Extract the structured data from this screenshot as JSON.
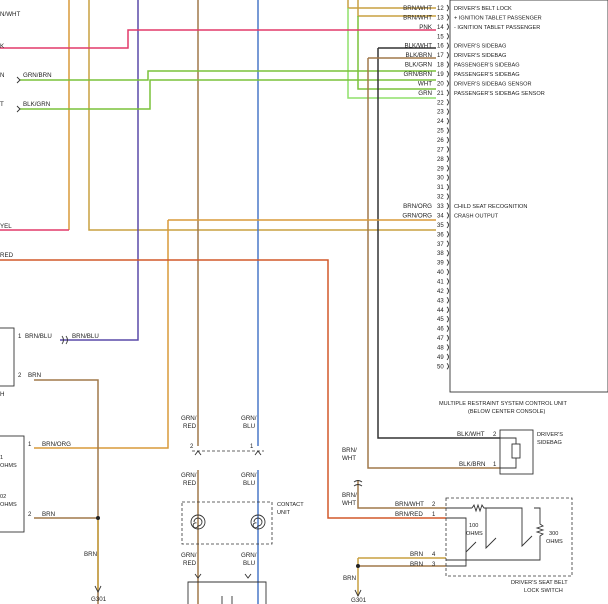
{
  "colors": {
    "brown": "#a0784a",
    "orange": "#d89a3a",
    "gold": "#c8a040",
    "purple": "#5a4aa8",
    "pink": "#e23a6a",
    "green": "#7ac23a",
    "lime": "#8fe06a",
    "red_orange": "#d2582a",
    "blue": "#4a78c8",
    "gray": "#333333"
  },
  "control_unit": {
    "title_line1": "MULTIPLE RESTRAINT SYSTEM CONTROL UNIT",
    "title_line2": "(BELOW CENTER CONSOLE)",
    "pins": [
      "12",
      "13",
      "14",
      "15",
      "16",
      "17",
      "18",
      "19",
      "20",
      "21",
      "22",
      "23",
      "24",
      "25",
      "26",
      "27",
      "28",
      "29",
      "30",
      "31",
      "32",
      "33",
      "34",
      "35",
      "36",
      "37",
      "38",
      "39",
      "40",
      "41",
      "42",
      "43",
      "44",
      "45",
      "46",
      "47",
      "48",
      "49",
      "50"
    ],
    "functions": [
      {
        "pin": "12",
        "wire": "BRN/WHT",
        "func": "DRIVER'S BELT LOCK"
      },
      {
        "pin": "13",
        "wire": "BRN/WHT",
        "func": "+ IGNITION TABLET PASSENGER"
      },
      {
        "pin": "14",
        "wire": "PNK",
        "func": "- IGNITION TABLET PASSENGER"
      },
      {
        "pin": "16",
        "wire": "BLK/WHT",
        "func": "DRIVER'S SIDEBAG"
      },
      {
        "pin": "17",
        "wire": "BLK/BRN",
        "func": "DRIVER'S SIDEBAG"
      },
      {
        "pin": "18",
        "wire": "BLK/GRN",
        "func": "PASSENGER'S SIDEBAG"
      },
      {
        "pin": "19",
        "wire": "GRN/BRN",
        "func": "PASSENGER'S SIDEBAG"
      },
      {
        "pin": "20",
        "wire": "WHT",
        "func": "DRIVER'S SIDEBAG SENSOR"
      },
      {
        "pin": "21",
        "wire": "GRN",
        "func": "PASSENGER'S SIDEBAG SENSOR"
      },
      {
        "pin": "33",
        "wire": "BRN/ORG",
        "func": "CHILD SEAT RECOGNITION"
      },
      {
        "pin": "34",
        "wire": "GRN/ORG",
        "func": "CRASH OUTPUT"
      }
    ]
  },
  "left_labels": {
    "top": "N/WHT",
    "k": "K",
    "n": "N",
    "grn_brn": "GRN/BRN",
    "t": "T",
    "blk_grn": "BLK/GRN",
    "yel": "YEL",
    "red": "RED"
  },
  "left_connectors": {
    "c1_pin1": "1",
    "c1_wire1": "BRN/BLU",
    "c1_wire1b": "BRN/BLU",
    "c1_pin2": "2",
    "c1_wire2": "BRN",
    "c1_tag": "H",
    "c2_pin1": "1",
    "c2_wire1": "BRN/ORG",
    "c2_pin2": "2",
    "c2_wire2": "BRN",
    "c2_r1a": "1",
    "c2_r1b": "OHMS",
    "c2_r2a": "02",
    "c2_r2b": "OHMS",
    "ground_wire": "BRN",
    "ground": "G301"
  },
  "contact_unit": {
    "title1": "CONTACT",
    "title2": "UNIT",
    "top_left_a": "GRN/",
    "top_left_b": "RED",
    "top_right_a": "GRN/",
    "top_right_b": "BLU",
    "mid_left_a": "GRN/",
    "mid_left_b": "RED",
    "mid_right_a": "GRN/",
    "mid_right_b": "BLU",
    "bot_left_a": "GRN/",
    "bot_left_b": "RED",
    "bot_right_a": "GRN/",
    "bot_right_b": "BLU",
    "pin_left": "2",
    "pin_right": "1"
  },
  "sidebag": {
    "title1": "DRIVER'S",
    "title2": "SIDEBAG",
    "wire1": "BLK/WHT",
    "pin1": "2",
    "wire2": "BLK/BRN",
    "pin2": "1"
  },
  "belt_switch": {
    "title1": "DRIVER'S SEAT BELT",
    "title2": "LOCK SWITCH",
    "brn_wht_a": "BRN/",
    "brn_wht_b": "WHT",
    "brn_wht2_a": "BRN/",
    "brn_wht2_b": "WHT",
    "wire1": "BRN/WHT",
    "pin1": "2",
    "wire2": "BRN/RED",
    "pin2": "1",
    "wire3": "BRN",
    "pin3": "4",
    "wire4": "BRN",
    "pin4": "3",
    "r1a": "100",
    "r1b": "OHMS",
    "r2a": "300",
    "r2b": "OHMS",
    "ground_wire": "BRN",
    "ground": "G301"
  }
}
